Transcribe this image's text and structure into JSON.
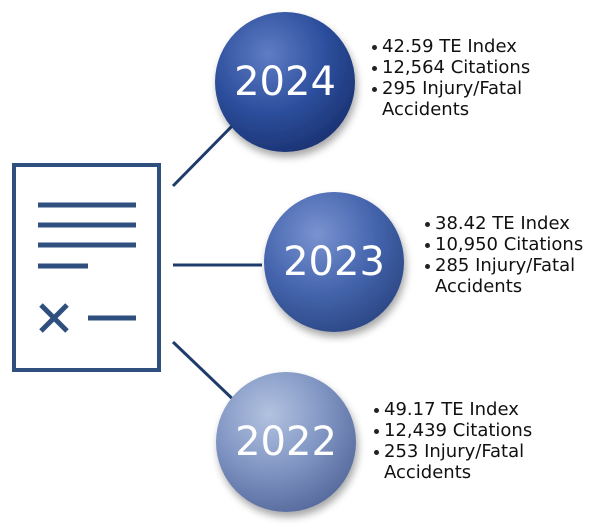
{
  "years": [
    {
      "label": "2024",
      "colors": {
        "light": "#5f7cc4",
        "mid": "#2d4f9d",
        "dark": "#1a3272"
      },
      "stats": [
        "42.59 TE Index",
        "12,564 Citations",
        "295 Injury/Fatal\nAccidents"
      ]
    },
    {
      "label": "2023",
      "colors": {
        "light": "#7a93d0",
        "mid": "#4565ae",
        "dark": "#2b4784"
      },
      "stats": [
        "38.42 TE Index",
        "10,950 Citations",
        "285 Injury/Fatal\nAccidents"
      ]
    },
    {
      "label": "2022",
      "colors": {
        "light": "#b2c2e0",
        "mid": "#7f94c2",
        "dark": "#55699c"
      },
      "stats": [
        "49.17 TE Index",
        "12,439 Citations",
        "253 Injury/Fatal\nAccidents"
      ]
    }
  ],
  "colors": {
    "document_stroke": "#2f4f7f",
    "connector": "#1f3b6b",
    "text": "#111111"
  },
  "icons": {
    "document": "checklist-document-icon"
  }
}
